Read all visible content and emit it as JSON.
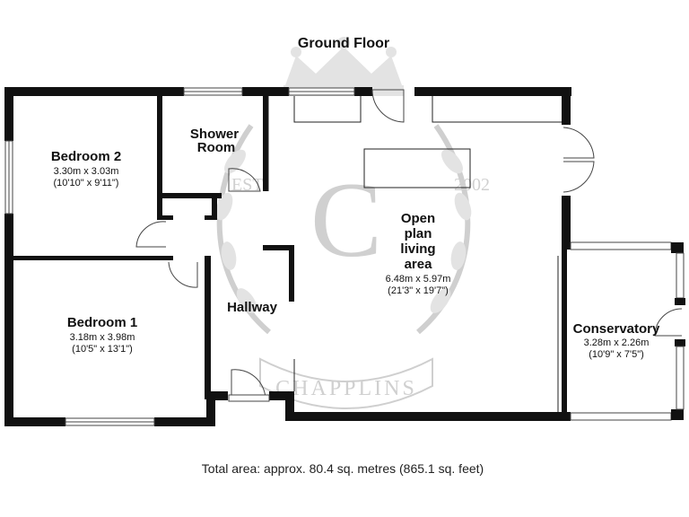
{
  "title": "Ground Floor",
  "rooms": {
    "bedroom2": {
      "name": "Bedroom 2",
      "metric": "3.30m x 3.03m",
      "imperial": "(10'10\" x 9'11\")"
    },
    "shower": {
      "name_line1": "Shower",
      "name_line2": "Room"
    },
    "bedroom1": {
      "name": "Bedroom 1",
      "metric": "3.18m x 3.98m",
      "imperial": "(10'5\" x 13'1\")"
    },
    "hallway": {
      "name": "Hallway"
    },
    "living": {
      "name_line1": "Open",
      "name_line2": "plan",
      "name_line3": "living",
      "name_line4": "area",
      "metric": "6.48m x 5.97m",
      "imperial": "(21'3\" x 19'7\")"
    },
    "conservatory": {
      "name": "Conservatory",
      "metric": "3.28m x 2.26m",
      "imperial": "(10'9\" x 7'5\")"
    }
  },
  "watermark": {
    "brand": "CHAPPLINS",
    "est": "EST",
    "year": "2002",
    "monogram": "C"
  },
  "total_area": "Total area: approx. 80.4 sq. metres (865.1 sq. feet)"
}
